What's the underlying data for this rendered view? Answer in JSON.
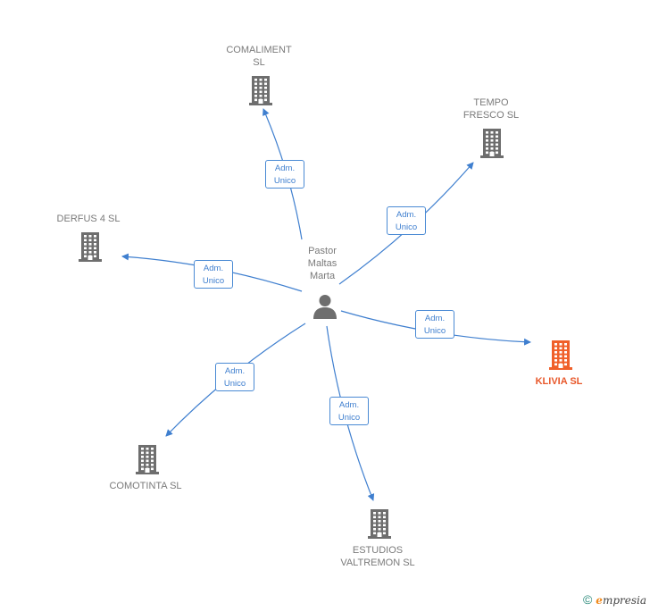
{
  "center": {
    "name": "Pastor\nMaltas\nMarta",
    "icon": "person-icon"
  },
  "companies": [
    {
      "id": "comaliment",
      "name": "COMALIMENT\nSL",
      "icon": "building-icon",
      "highlight": false
    },
    {
      "id": "tempo",
      "name": "TEMPO\nFRESCO  SL",
      "icon": "building-icon",
      "highlight": false
    },
    {
      "id": "derfus",
      "name": "DERFUS 4 SL",
      "icon": "building-icon",
      "highlight": false
    },
    {
      "id": "klivia",
      "name": "KLIVIA  SL",
      "icon": "building-icon",
      "highlight": true
    },
    {
      "id": "comotinta",
      "name": "COMOTINTA SL",
      "icon": "building-icon",
      "highlight": false
    },
    {
      "id": "estudios",
      "name": "ESTUDIOS\nVALTREMON SL",
      "icon": "building-icon",
      "highlight": false
    }
  ],
  "edges": [
    {
      "to": "comaliment",
      "role": [
        "Adm.",
        "Unico"
      ]
    },
    {
      "to": "tempo",
      "role": [
        "Adm.",
        "Unico"
      ]
    },
    {
      "to": "derfus",
      "role": [
        "Adm.",
        "Unico"
      ]
    },
    {
      "to": "klivia",
      "role": [
        "Adm.",
        "Unico"
      ]
    },
    {
      "to": "comotinta",
      "role": [
        "Adm.",
        "Unico"
      ]
    },
    {
      "to": "estudios",
      "role": [
        "Adm.",
        "Unico"
      ]
    }
  ],
  "colors": {
    "edge": "#3f7fcf",
    "building": "#6e6e6e",
    "building_highlight": "#f0602a",
    "person": "#6e6e6e"
  },
  "footer": {
    "copyright": "©",
    "brand_first": "e",
    "brand_rest": "mpresia"
  }
}
